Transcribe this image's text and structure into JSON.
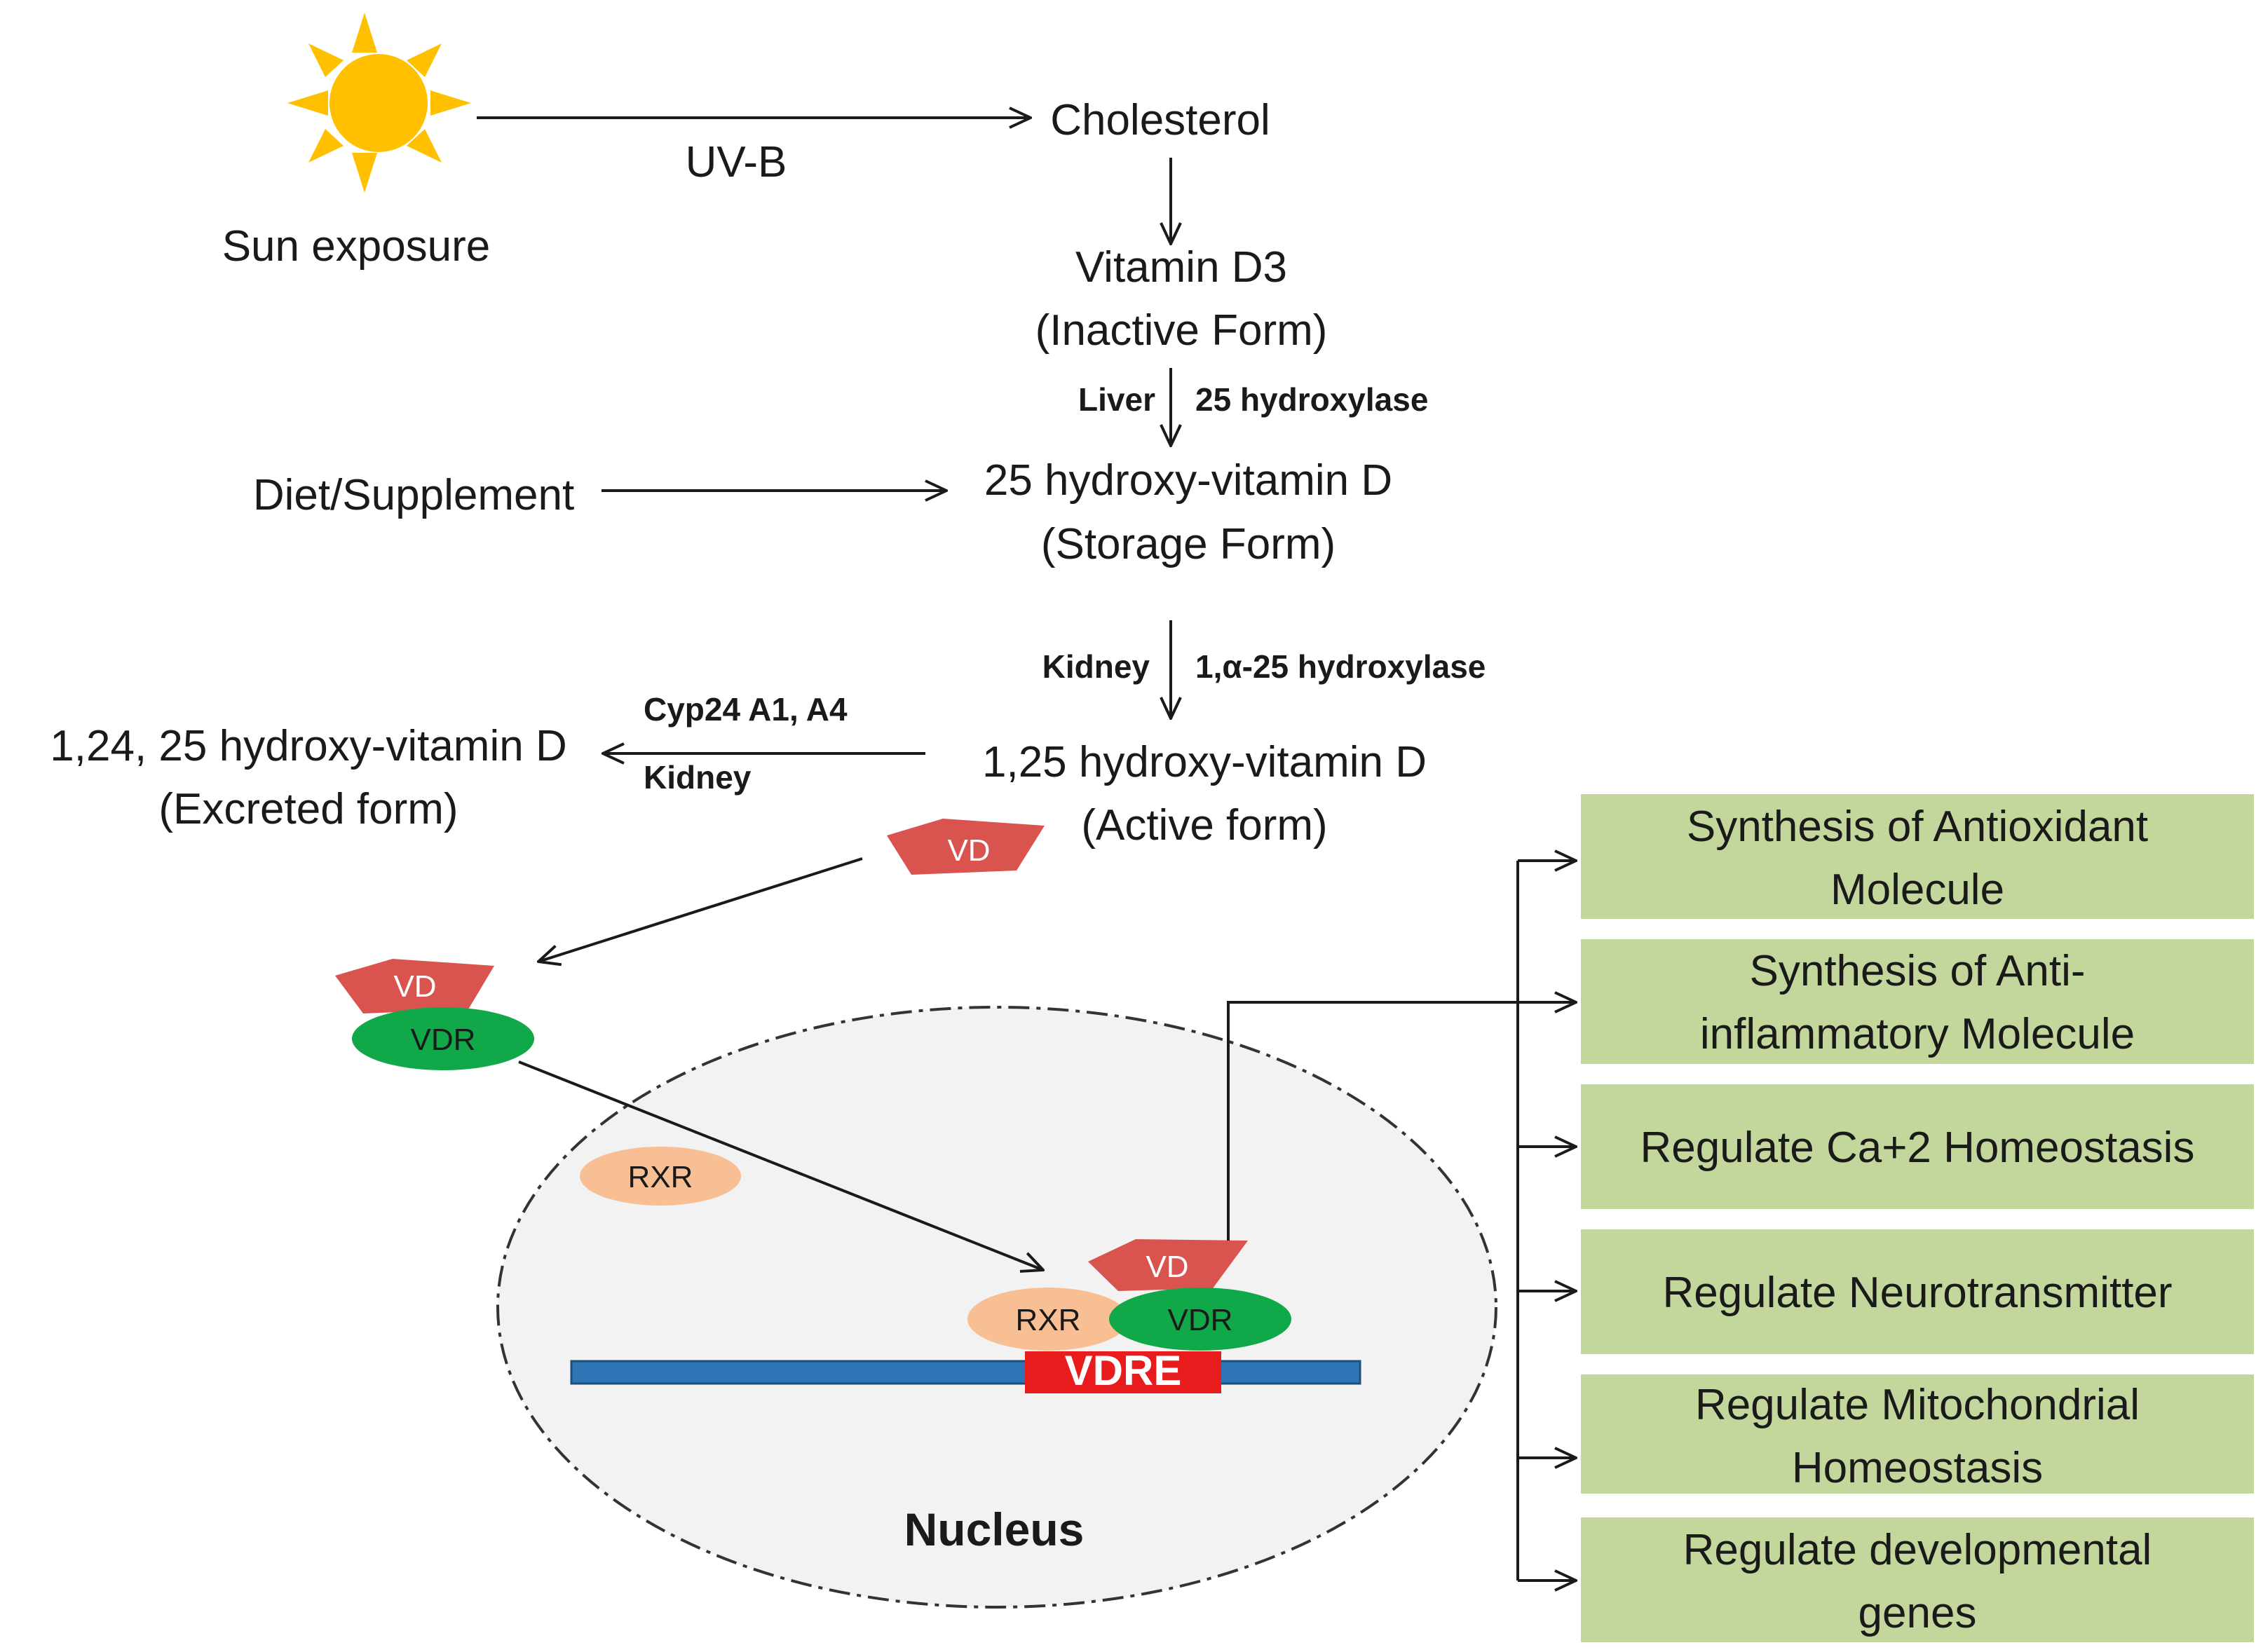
{
  "sun": {
    "label": "Sun exposure",
    "uv_label": "UV-B",
    "color": "#FFC000"
  },
  "pathway": {
    "cholesterol": "Cholesterol",
    "vitd3": [
      "Vitamin D3",
      "(Inactive Form)"
    ],
    "liver_step": {
      "organ": "Liver",
      "enzyme": "25 hydroxylase"
    },
    "diet": "Diet/Supplement",
    "storage": [
      "25 hydroxy-vitamin  D",
      "(Storage Form)"
    ],
    "kidney_step": {
      "organ": "Kidney",
      "enzyme": "1,α-25 hydroxylase"
    },
    "active": [
      "1,25 hydroxy-vitamin  D",
      "(Active form)"
    ],
    "excretion_step": {
      "enzyme": "Cyp24 A1, A4",
      "organ": "Kidney"
    },
    "excreted": [
      "1,24, 25 hydroxy-vitamin  D",
      "(Excreted form)"
    ]
  },
  "molecules": {
    "vd": "VD",
    "vdr": "VDR",
    "rxr": "RXR",
    "vdre": "VDRE",
    "vd_color": "#D9534F",
    "vdr_color": "#11A84A",
    "rxr_color": "#F9BF94",
    "vdre_color": "#E81C1C",
    "dna_color": "#2E75B6"
  },
  "nucleus": {
    "label": "Nucleus",
    "fill": "#F2F2F2"
  },
  "effects": {
    "box_color": "#C3D69B",
    "items": [
      [
        "Synthesis of Antioxidant",
        "Molecule"
      ],
      [
        "Synthesis of Anti-",
        "inflammatory  Molecule"
      ],
      [
        "Regulate Ca+2 Homeostasis"
      ],
      [
        "Regulate Neurotransmitter"
      ],
      [
        "Regulate Mitochondrial",
        "Homeostasis"
      ],
      [
        "Regulate developmental",
        "genes"
      ]
    ]
  }
}
